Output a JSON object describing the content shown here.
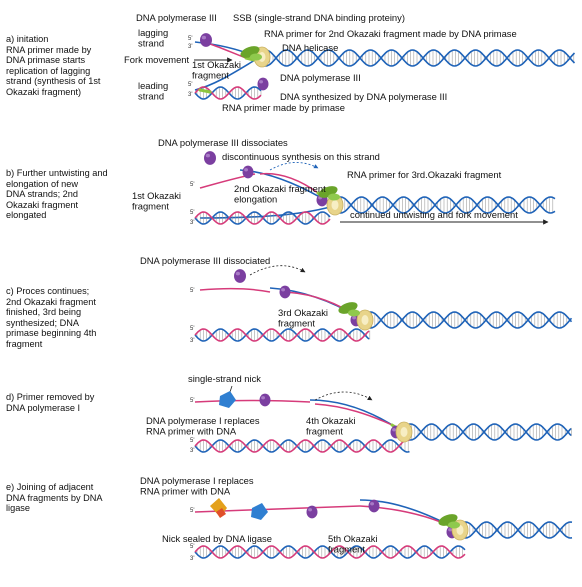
{
  "panels": [
    {
      "id": "a",
      "label": "a) initation\nRNA primer made by\nDNA primase starts\nreplication of lagging\nstrand (synthesis of 1st\nOkazaki fragment)",
      "callouts": {
        "pol3_top": "DNA polymerase III",
        "ssb": "SSB (single-strand DNA binding proteiny)",
        "lagging": "lagging\nstrand",
        "primer2": "RNA primer for 2nd Okazaki fragment made by DNA primase",
        "helicase": "DNA helicase",
        "fork": "Fork movement",
        "frag1": "1st Okazaki\nfragment",
        "pol3_mid": "DNA polymerase III",
        "leading": "leading\nstrand",
        "synth": "DNA synthesized by DNA polymerase III",
        "primer_lead": "RNA primer made by primase"
      }
    },
    {
      "id": "b",
      "label": "b) Further untwisting and\nelongation of new\nDNA strands; 2nd\nOkazaki fragment\nelongated",
      "callouts": {
        "dissoc": "DNA polymerase III dissociates",
        "discont": "discontinuous synthesis on this strand",
        "primer3": "RNA primer for 3rd.Okazaki fragment",
        "frag1": "1st Okazaki\nfragment",
        "frag2": "2nd Okazaki fragment\nelongation",
        "untwist": "continued untwisting and fork movement"
      }
    },
    {
      "id": "c",
      "label": "c) Proces continues;\n2nd Okazaki fragment\nfinished, 3rd being\nsynthesized; DNA\nprimase beginning 4th\nfragment",
      "callouts": {
        "dissoc": "DNA polymerase III dissociated",
        "frag3": "3rd Okazaki\nfragment"
      }
    },
    {
      "id": "d",
      "label": "d) Primer removed by\nDNA polymerase I",
      "callouts": {
        "nick": "single-strand nick",
        "pol1": "DNA polymerase I replaces\nRNA primer with DNA",
        "frag4": "4th Okazaki\nfragment"
      }
    },
    {
      "id": "e",
      "label": "e) Joining of adjacent\nDNA fragments by DNA\nligase",
      "callouts": {
        "pol1": "DNA polymerase I replaces\nRNA primer with DNA",
        "ligase": "Nick sealed by DNA ligase",
        "frag5": "5th Okazaki\nfragment"
      }
    }
  ],
  "end_labels": {
    "five": "5'",
    "three": "3'"
  },
  "colors": {
    "parent_strand": "#1f63b8",
    "new_strand": "#d63b7a",
    "rung": "#8a8a8a",
    "rna_primer": "#8dc63f",
    "polymerase": "#7b3fa0",
    "helicase": "#e8d48a",
    "primase": "#6aa42a",
    "pol1": "#2f7fd1",
    "ligase": "#e4a11b"
  },
  "icons": {
    "polymerase": "purple-blob-icon",
    "helicase": "helicase-ring-icon",
    "primase": "green-primase-icon",
    "fork_arrow": "arrow-right-icon"
  }
}
